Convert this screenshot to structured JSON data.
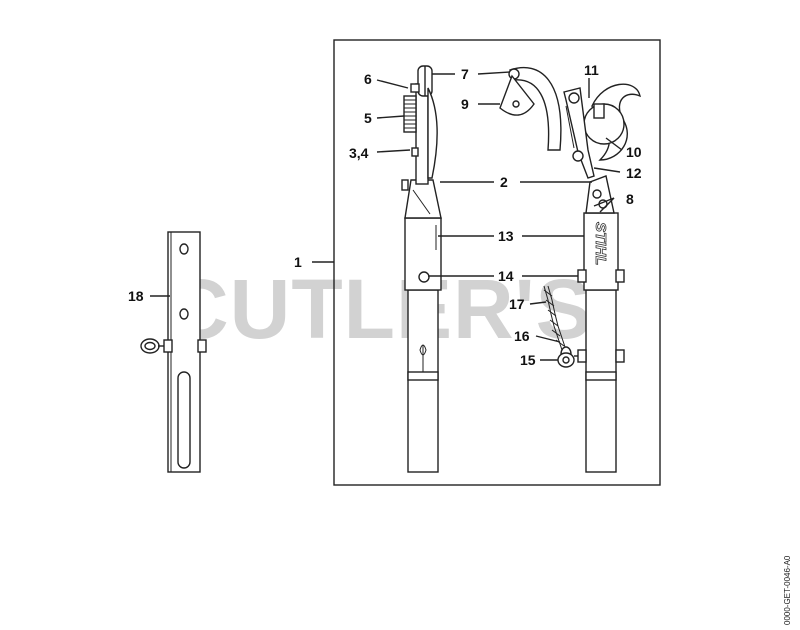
{
  "watermark": "CUTLER'S",
  "document_code": "0000-GET-0046-A0",
  "brand_mark": "STIHL",
  "callouts": {
    "c1": "1",
    "c2": "2",
    "c34": "3,4",
    "c5": "5",
    "c6": "6",
    "c7": "7",
    "c8": "8",
    "c9": "9",
    "c10": "10",
    "c11": "11",
    "c12": "12",
    "c13": "13",
    "c14": "14",
    "c15": "15",
    "c16": "16",
    "c17": "17",
    "c18": "18"
  },
  "colors": {
    "line": "#222222",
    "watermark": "#d2d2d2",
    "background": "#ffffff"
  }
}
